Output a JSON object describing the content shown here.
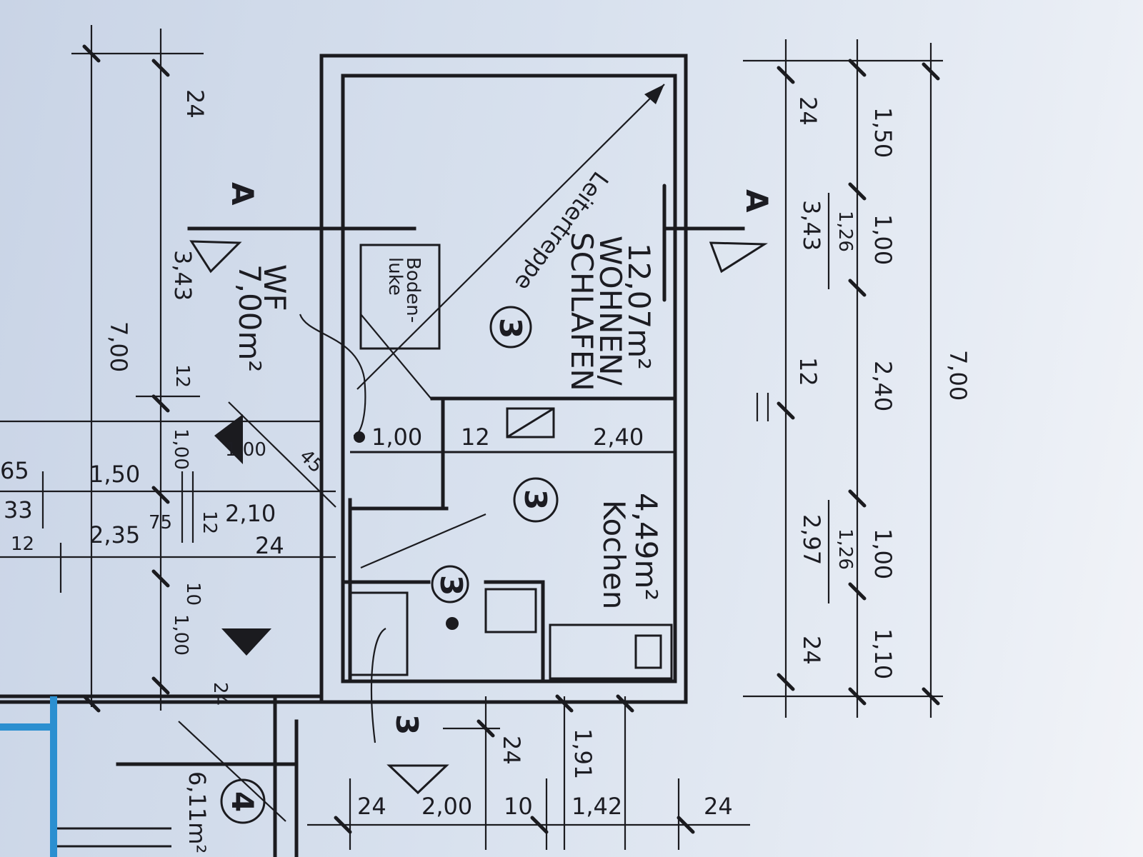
{
  "rooms": {
    "living": {
      "area": "12,07m²",
      "name_line1": "WOHNEN/",
      "name_line2": "SCHLAFEN",
      "number": "3"
    },
    "kitchen": {
      "area": "4,49m²",
      "name": "Kochen",
      "number": "3"
    },
    "hall": {
      "label": "WF",
      "area": "7,00m²"
    },
    "bath": {
      "number": "3"
    },
    "room4": {
      "area": "6,11m²",
      "number": "4"
    },
    "stair_number": "3"
  },
  "annotations": {
    "ladder": "Leitertreppe",
    "hatch_line1": "Boden-",
    "hatch_line2": "luke",
    "section_left": "A",
    "section_right": "A"
  },
  "dimensions": {
    "left_outer": "7,00",
    "left_top": "24",
    "left_mid": "3,43",
    "left_12": "12",
    "left_100a": "1,00",
    "left_100b": "1,00",
    "left_150": "1,50",
    "left_235": "2,35",
    "left_75": "75",
    "left_12b": "12",
    "left_10": "10",
    "left_100c": "1,00",
    "left_24": "24",
    "left_65": "65",
    "left_33": "33",
    "left_12c": "12",
    "inner_100": "1,00",
    "inner_12": "12",
    "inner_240": "2,40",
    "inner_45": "45",
    "inner_210": "2,10",
    "inner_24": "24",
    "right_24a": "24",
    "right_343": "3,43",
    "right_12": "12",
    "right_297": "2,97",
    "right_24b": "24",
    "right_150": "1,50",
    "right_100a": "1,00",
    "right_126a": "1,26",
    "right_240": "2,40",
    "right_100b": "1,00",
    "right_126b": "1,26",
    "right_110": "1,10",
    "right_outer": "7,00",
    "bottom_24a": "24",
    "bottom_200": "2,00",
    "bottom_10": "10",
    "bottom_142": "1,42",
    "bottom_24b": "24",
    "bottom_191": "1,91",
    "bottom_24c": "24"
  },
  "colors": {
    "ink": "#1b1b1f",
    "paper": "#d8e1ee",
    "blue_wall": "#2b8fd0"
  }
}
